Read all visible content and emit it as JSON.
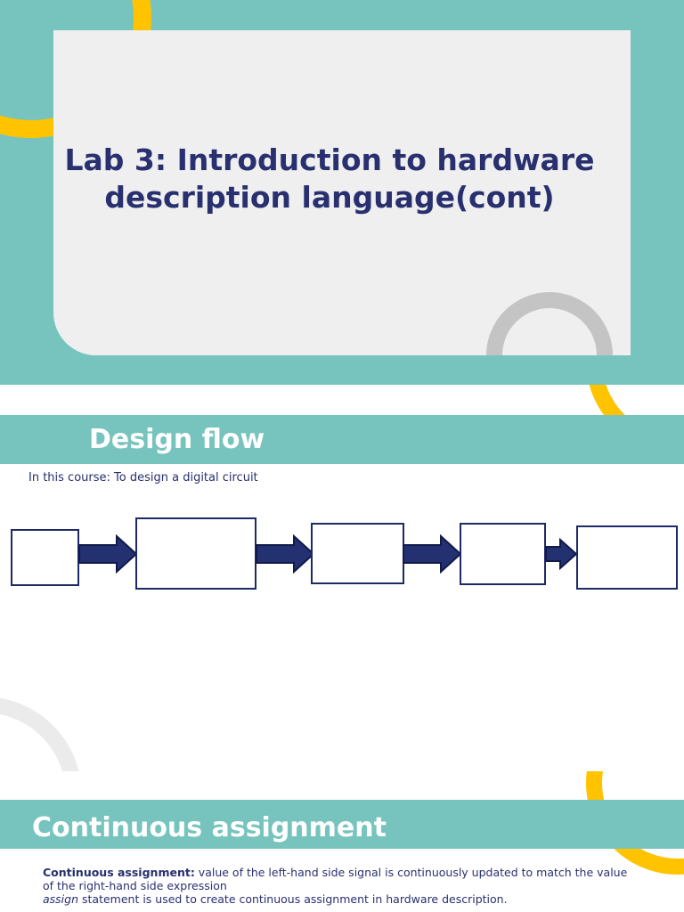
{
  "slide1": {
    "title_line1": "Lab 3: Introduction to hardware",
    "title_line2": "description language(cont)"
  },
  "slide2": {
    "heading": "Design flow",
    "subtitle": "In this course: To design a digital circuit",
    "flow_box_count": 5,
    "flow_arrow_count": 4
  },
  "slide3": {
    "heading": "Continuous assignment",
    "para1_bold": "Continuous assignment:",
    "para1_text": " value of the left-hand side signal is continuously updated to match the value",
    "para1_cont": " of the right-hand side expression",
    "para2_italic": "assign",
    "para2_text": " statement is used to create continuous assignment in hardware description."
  },
  "colors": {
    "teal": "#76c4bd",
    "yellow": "#ffc300",
    "navy": "#28306f",
    "card_gray": "#efefef",
    "arrow_fill": "#233170"
  }
}
